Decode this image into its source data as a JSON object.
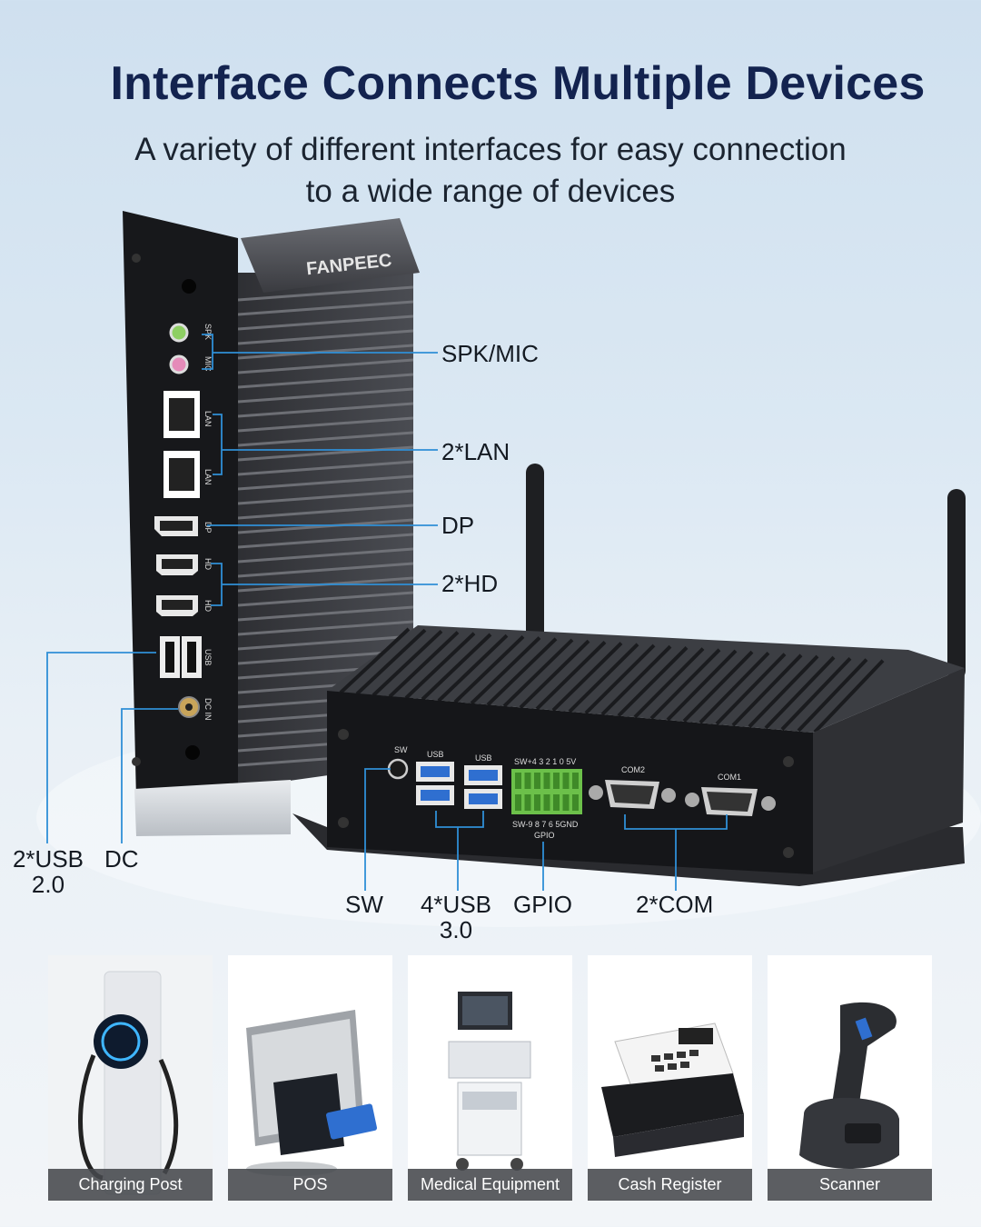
{
  "headline": "Interface Connects Multiple Devices",
  "subline": {
    "line1": "A variety of different interfaces for easy connection",
    "line2": "to a wide range of devices"
  },
  "brand": "FANPEEC",
  "port_markings": {
    "spk": "SPK",
    "mic": "MIC",
    "lan": "LAN",
    "dp": "DP",
    "hd": "HD",
    "usb": "USB",
    "dcin": "DC IN",
    "sw": "SW",
    "usb_front": "USB",
    "gpio_top": "SW+4 3 2 1 0 5V",
    "gpio_bottom": "SW-9 8 7 6 5GND",
    "gpio": "GPIO",
    "com2": "COM2",
    "com1": "COM1"
  },
  "labels": {
    "spk_mic": "SPK/MIC",
    "lan": "2*LAN",
    "dp": "DP",
    "hd": "2*HD",
    "usb2_line1": "2*USB",
    "usb2_line2": "2.0",
    "dc": "DC",
    "sw": "SW",
    "usb3_line1": "4*USB",
    "usb3_line2": "3.0",
    "gpio": "GPIO",
    "com": "2*COM"
  },
  "applications": [
    {
      "label": "Charging Post"
    },
    {
      "label": "POS"
    },
    {
      "label": "Medical Equipment"
    },
    {
      "label": "Cash Register"
    },
    {
      "label": "Scanner"
    }
  ],
  "colors": {
    "headline": "#13234f",
    "callout_line": "#2f8fd6",
    "device_body": "#1c1d20",
    "gpio_terminal": "#6cc04a",
    "usb3_blue": "#2f6fd0"
  },
  "icons": [
    "charging-post-icon",
    "pos-terminal-icon",
    "ultrasound-machine-icon",
    "cash-register-icon",
    "barcode-scanner-icon"
  ]
}
